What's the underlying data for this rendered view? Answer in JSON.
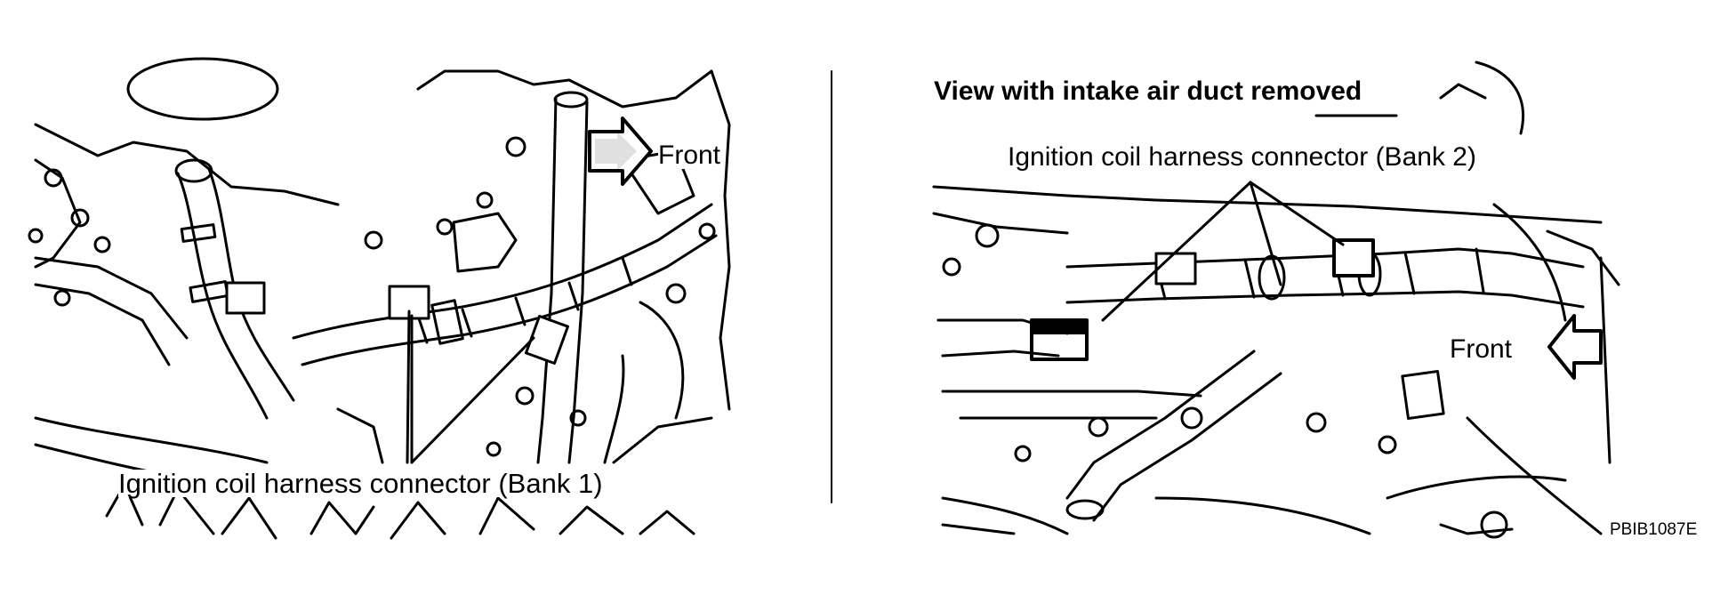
{
  "left_panel": {
    "front_label": "Front",
    "connector_label": "Ignition coil harness connector (Bank 1)"
  },
  "right_panel": {
    "title": "View with intake air duct removed",
    "connector_label": "Ignition coil harness connector (Bank 2)",
    "front_label": "Front"
  },
  "figure_code": "PBIB1087E",
  "colors": {
    "ink": "#000000",
    "paper": "#ffffff"
  }
}
